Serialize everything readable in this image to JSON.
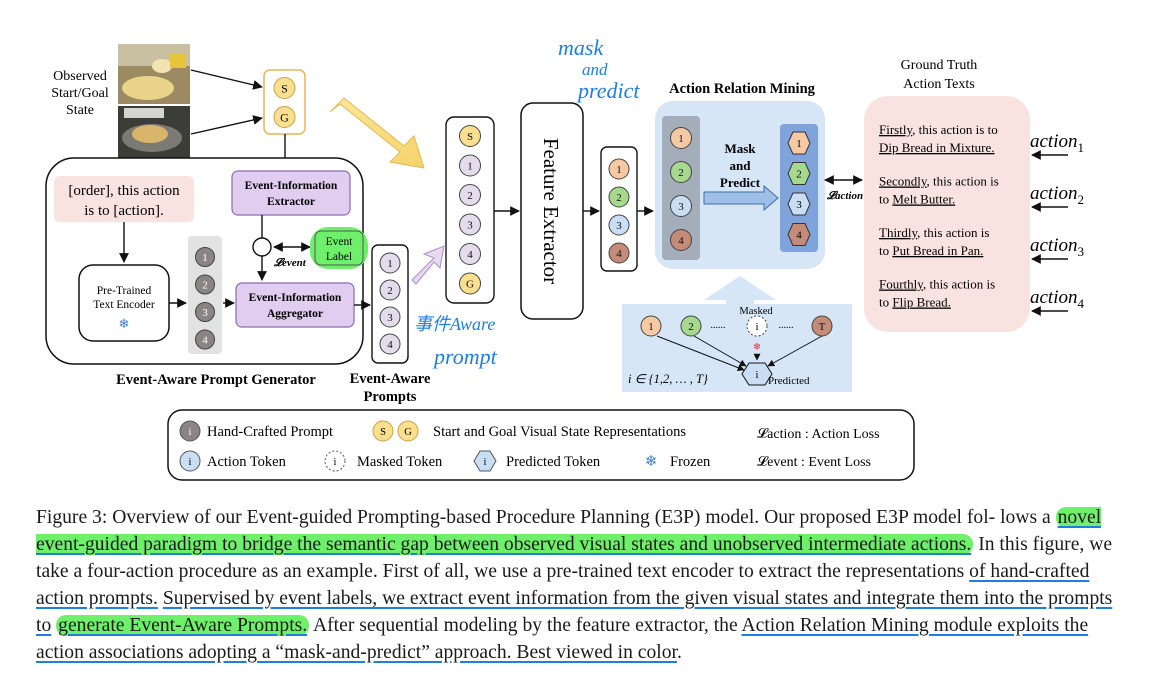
{
  "figure": {
    "observed_label": [
      "Observed",
      "Start/Goal",
      "State"
    ],
    "state_tokens": [
      "S",
      "G"
    ],
    "order_prompt": [
      "[order], this action",
      "is to [action]."
    ],
    "text_encoder": [
      "Pre-Trained",
      "Text Encoder"
    ],
    "frozen_glyph": "❄",
    "hand_tokens": [
      "1",
      "2",
      "3",
      "4"
    ],
    "extractor": [
      "Event-Information",
      "Extractor"
    ],
    "aggregator": [
      "Event-Information",
      "Aggregator"
    ],
    "event_label": [
      "Event",
      "Label"
    ],
    "loss_event": "𝓛event",
    "generator_title": "Event-Aware Prompt Generator",
    "event_aware_prompts": [
      "Event-Aware",
      "Prompts"
    ],
    "prompt_tokens": [
      "1",
      "2",
      "3",
      "4"
    ],
    "sequence_tokens": [
      "S",
      "1",
      "2",
      "3",
      "4",
      "G"
    ],
    "feature_extractor": "Feature Extractor",
    "feature_tokens": [
      "1",
      "2",
      "3",
      "4"
    ],
    "arm_title": "Action Relation Mining",
    "arm_tokens": [
      "1",
      "2",
      "3",
      "4"
    ],
    "mask_predict": [
      "Mask",
      "and",
      "Predict"
    ],
    "predicted_tokens": [
      "1",
      "2",
      "3",
      "4"
    ],
    "loss_action": "𝓛action",
    "gt_title": [
      "Ground Truth",
      "Action Texts"
    ],
    "gt_texts": [
      {
        "a": "Firstly",
        "b": ", this action is to",
        "c": "Dip Bread in Mixture",
        "d": "."
      },
      {
        "a": "Secondly",
        "b": ", this action is",
        "c": "to Melt Butter",
        "d": "."
      },
      {
        "a": "Thirdly",
        "b": ", this action is",
        "c": "to Put Bread in Pan",
        "d": "."
      },
      {
        "a": "Fourthly",
        "b": ", this action is",
        "c": "to Flip Bread",
        "d": "."
      }
    ],
    "action_labels": [
      "action",
      "action",
      "action",
      "action"
    ],
    "action_subs": [
      "1",
      "2",
      "3",
      "4"
    ],
    "mp_detail": {
      "tokens": [
        "1",
        "2",
        "i",
        "T"
      ],
      "dots": [
        "......",
        "......"
      ],
      "masked": "Masked",
      "predicted_token": "i",
      "predicted": "Predicted",
      "range": "i ∈ {1,2, … , T}"
    },
    "handwriting": {
      "mask_predict": [
        "mask",
        "and",
        "predict"
      ],
      "note": [
        "事件Aware",
        "prompt"
      ]
    },
    "legend": {
      "hand": "Hand-Crafted Prompt",
      "sg": "Start and Goal Visual State Representations",
      "action_loss": "𝓛action : Action Loss",
      "action_token": "Action Token",
      "masked_token": "Masked Token",
      "predicted_token": "Predicted Token",
      "frozen": "Frozen",
      "event_loss": "𝓛event : Event Loss",
      "token_i": "i"
    }
  },
  "caption": {
    "p1": "Figure 3: Overview of our Event-guided Prompting-based Procedure Planning (E3P) model. Our proposed E3P model fol-",
    "p2": "lows a ",
    "p3": "novel event-guided paradigm to bridge the semantic gap between observed visual states and unobserved intermediate actions.",
    "p4": " In this figure, we take a four-action procedure as an example. First of all, we use a pre-trained text encoder to extract the representations ",
    "p5": "of hand-crafted action prompts.",
    "p6": " ",
    "p7": "Supervised by event labels, we extract event information from the given visual states and integrate them into the prompts to",
    "p8": " ",
    "p9": "generate Event-Aware Prompts.",
    "p10": " After sequential modeling by the feature extractor, the ",
    "p11": "Action Relation Mining module exploits the action associations adopting a “mask-and-predict” approach. Best viewed in color",
    "p12": "."
  },
  "colors": {
    "state_fill": "#f9df8e",
    "hand_fill": "#8a8584",
    "token_fill": "#e4dcec",
    "module_fill": "#e0cdef",
    "arm_bg": "#d7e6f7",
    "gt_bg": "#f8e3e1",
    "highlight": "#6ef06a",
    "pen_blue": "#1f7fe0",
    "t1": "#f6c9a5",
    "t2": "#a6d98e",
    "t3": "#c9def3",
    "t4": "#c48b79"
  }
}
